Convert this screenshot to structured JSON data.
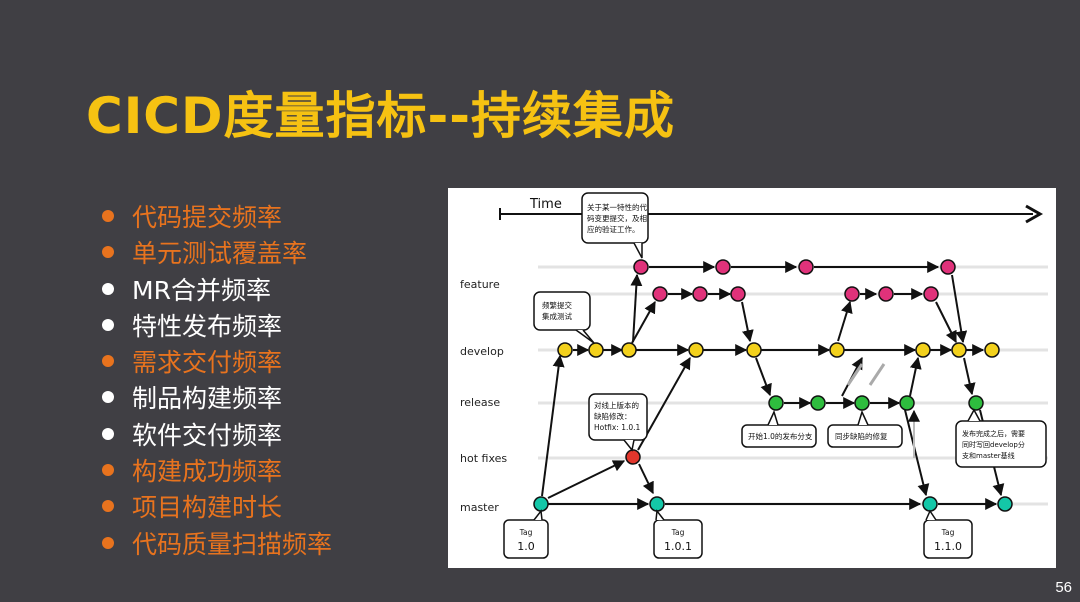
{
  "slide": {
    "title": "CICD度量指标--持续集成",
    "page_number": "56"
  },
  "bullets": [
    {
      "text": "代码提交频率",
      "color": "#e8731e"
    },
    {
      "text": "单元测试覆盖率",
      "color": "#e8731e"
    },
    {
      "text": "MR合并频率",
      "color": "#ffffff"
    },
    {
      "text": "特性发布频率",
      "color": "#ffffff"
    },
    {
      "text": "需求交付频率",
      "color": "#e8731e"
    },
    {
      "text": "制品构建频率",
      "color": "#ffffff"
    },
    {
      "text": "软件交付频率",
      "color": "#ffffff"
    },
    {
      "text": "构建成功频率",
      "color": "#e8731e"
    },
    {
      "text": "项目构建时长",
      "color": "#e8731e"
    },
    {
      "text": "代码质量扫描频率",
      "color": "#e8731e"
    }
  ],
  "diagram": {
    "time_label": "Time",
    "lanes": {
      "feature": "feature",
      "develop": "develop",
      "release": "release",
      "hotfixes": "hot fixes",
      "master": "master"
    },
    "callouts": {
      "feature_note": [
        "关于某一特性的代",
        "码变更提交，及相",
        "应的验证工作。"
      ],
      "develop_note": [
        "频繁提交",
        "集成测试"
      ],
      "hotfix_note": [
        "对线上版本的",
        "缺陷修改：",
        "Hotfix: 1.0.1"
      ],
      "release_branch_note": "开始1.0的发布分支",
      "sync_note": "同步缺陷的修复",
      "release_done_note": [
        "发布完成之后，需要",
        "同时写回develop分",
        "支和master基线"
      ]
    },
    "tags": [
      {
        "label": "Tag",
        "version": "1.0"
      },
      {
        "label": "Tag",
        "version": "1.0.1"
      },
      {
        "label": "Tag",
        "version": "1.1.0"
      }
    ],
    "colors": {
      "feature": "#e0327a",
      "develop": "#f3d11c",
      "release": "#2ebd3e",
      "hotfix": "#e2362c",
      "master": "#14c7a8"
    }
  }
}
